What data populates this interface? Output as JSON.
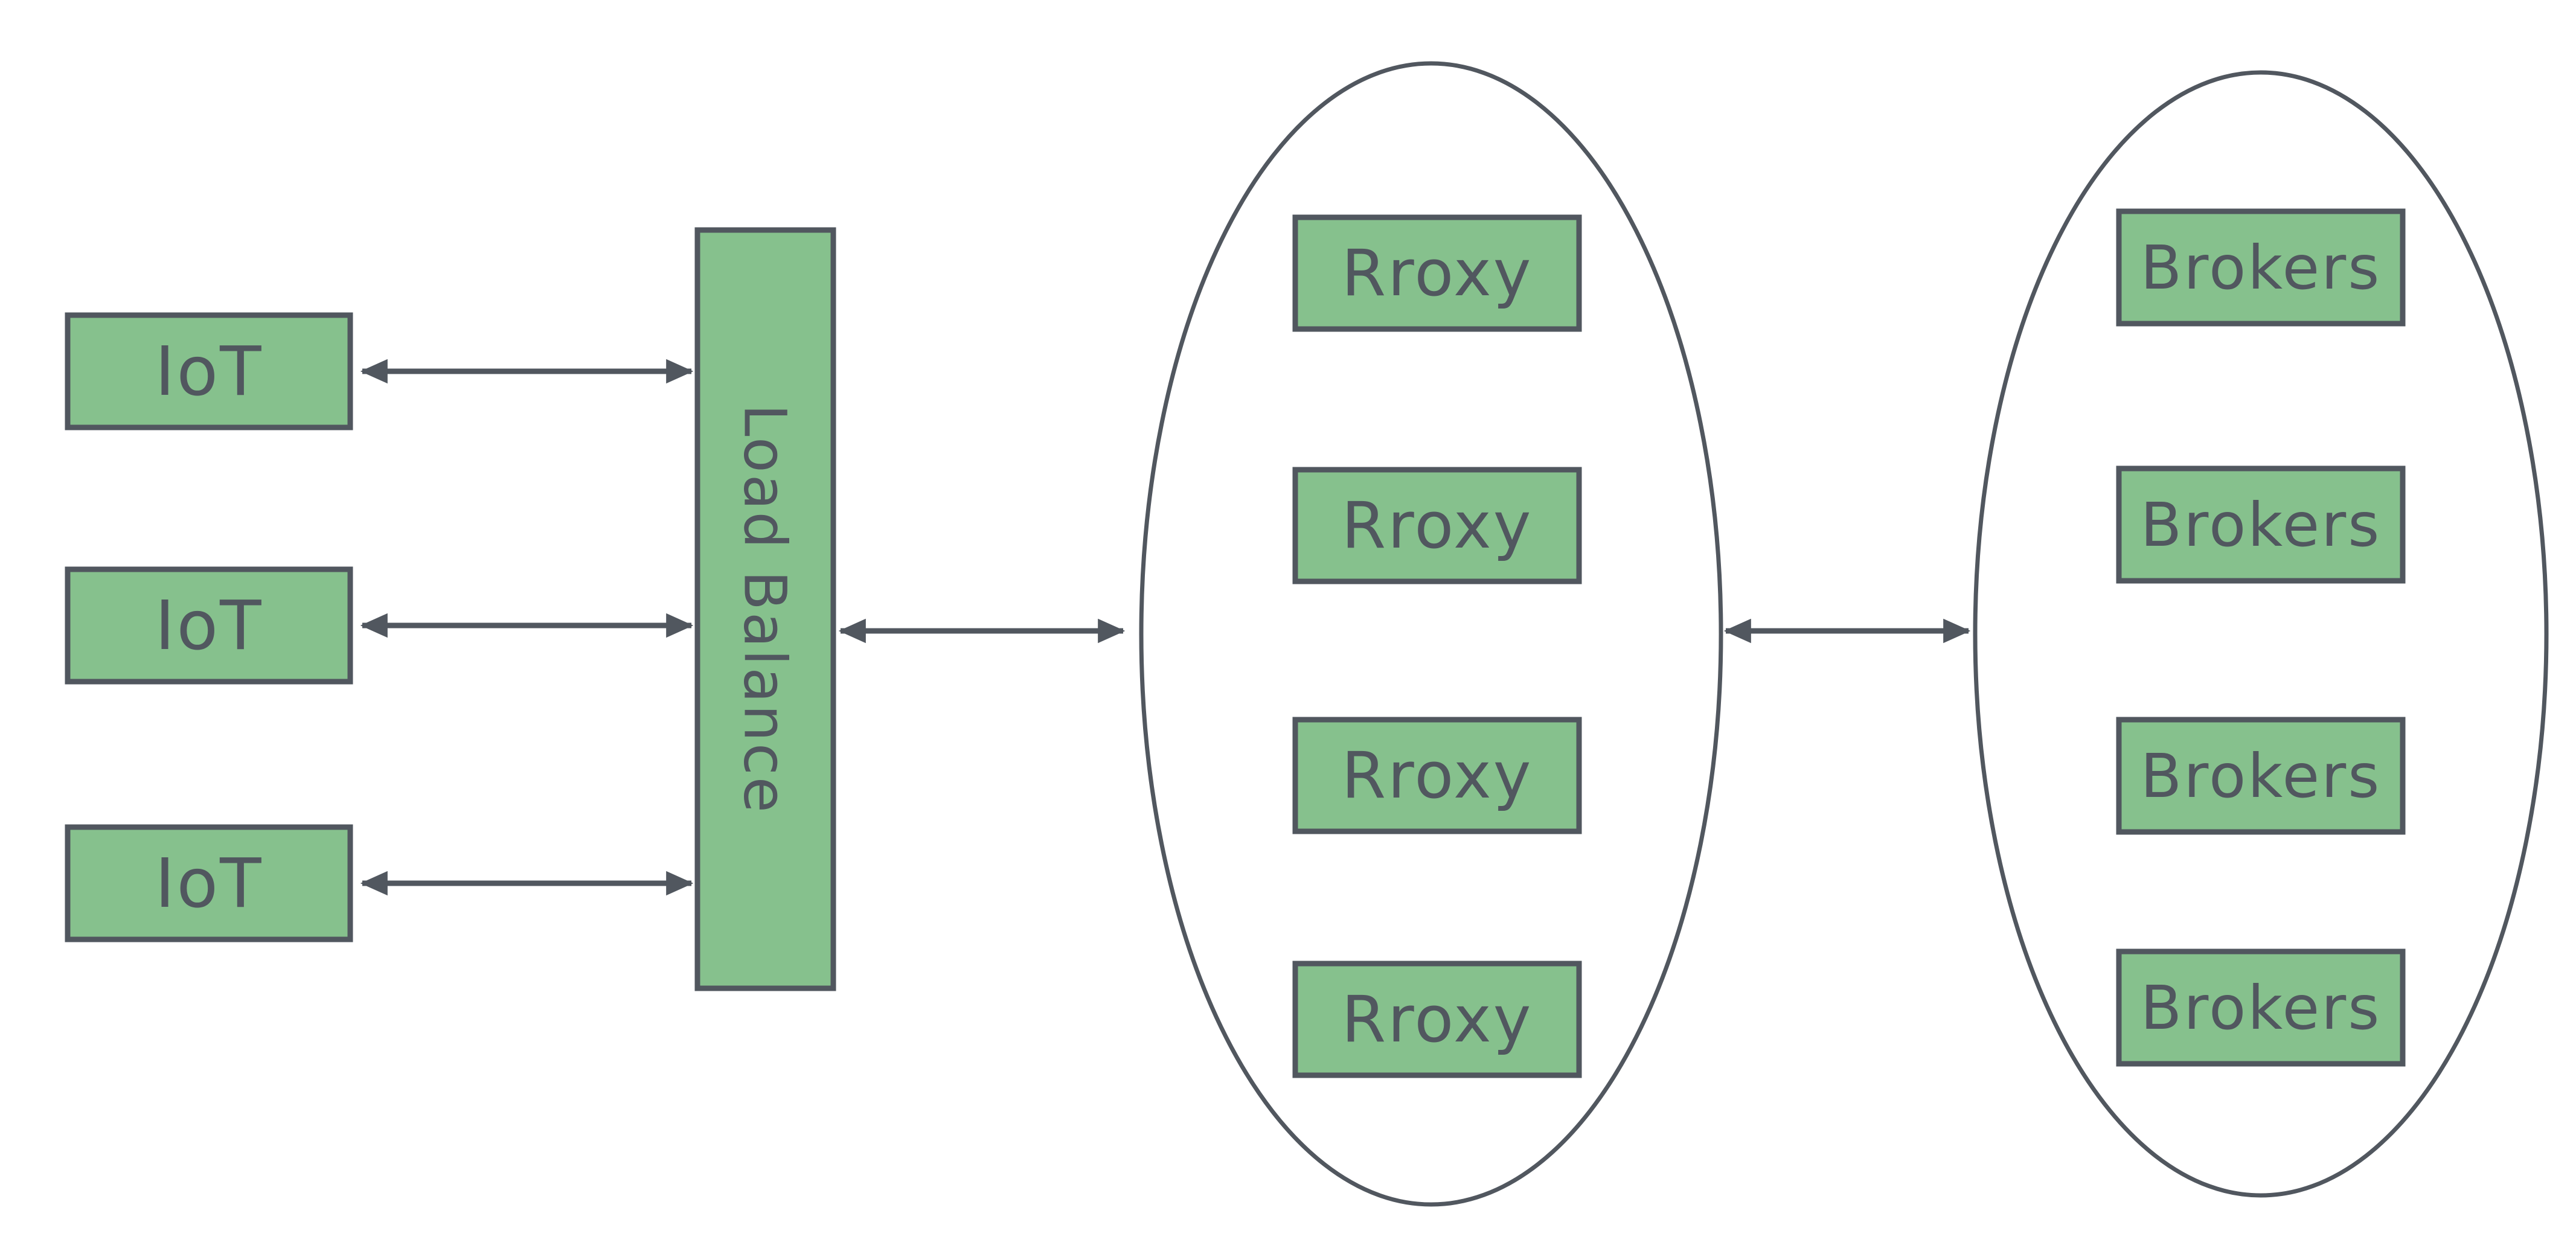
{
  "colors": {
    "node_fill": "#86C18D",
    "node_border": "#51575F",
    "connector": "#51575F",
    "text": "#51575F",
    "background": "#FFFFFF"
  },
  "nodes": {
    "iot": [
      {
        "label": "IoT"
      },
      {
        "label": "IoT"
      },
      {
        "label": "IoT"
      }
    ],
    "load_balancer": {
      "label": "Load Balance"
    },
    "proxies": [
      {
        "label": "Rroxy"
      },
      {
        "label": "Rroxy"
      },
      {
        "label": "Rroxy"
      },
      {
        "label": "Rroxy"
      }
    ],
    "brokers": [
      {
        "label": "Brokers"
      },
      {
        "label": "Brokers"
      },
      {
        "label": "Brokers"
      },
      {
        "label": "Brokers"
      }
    ]
  }
}
